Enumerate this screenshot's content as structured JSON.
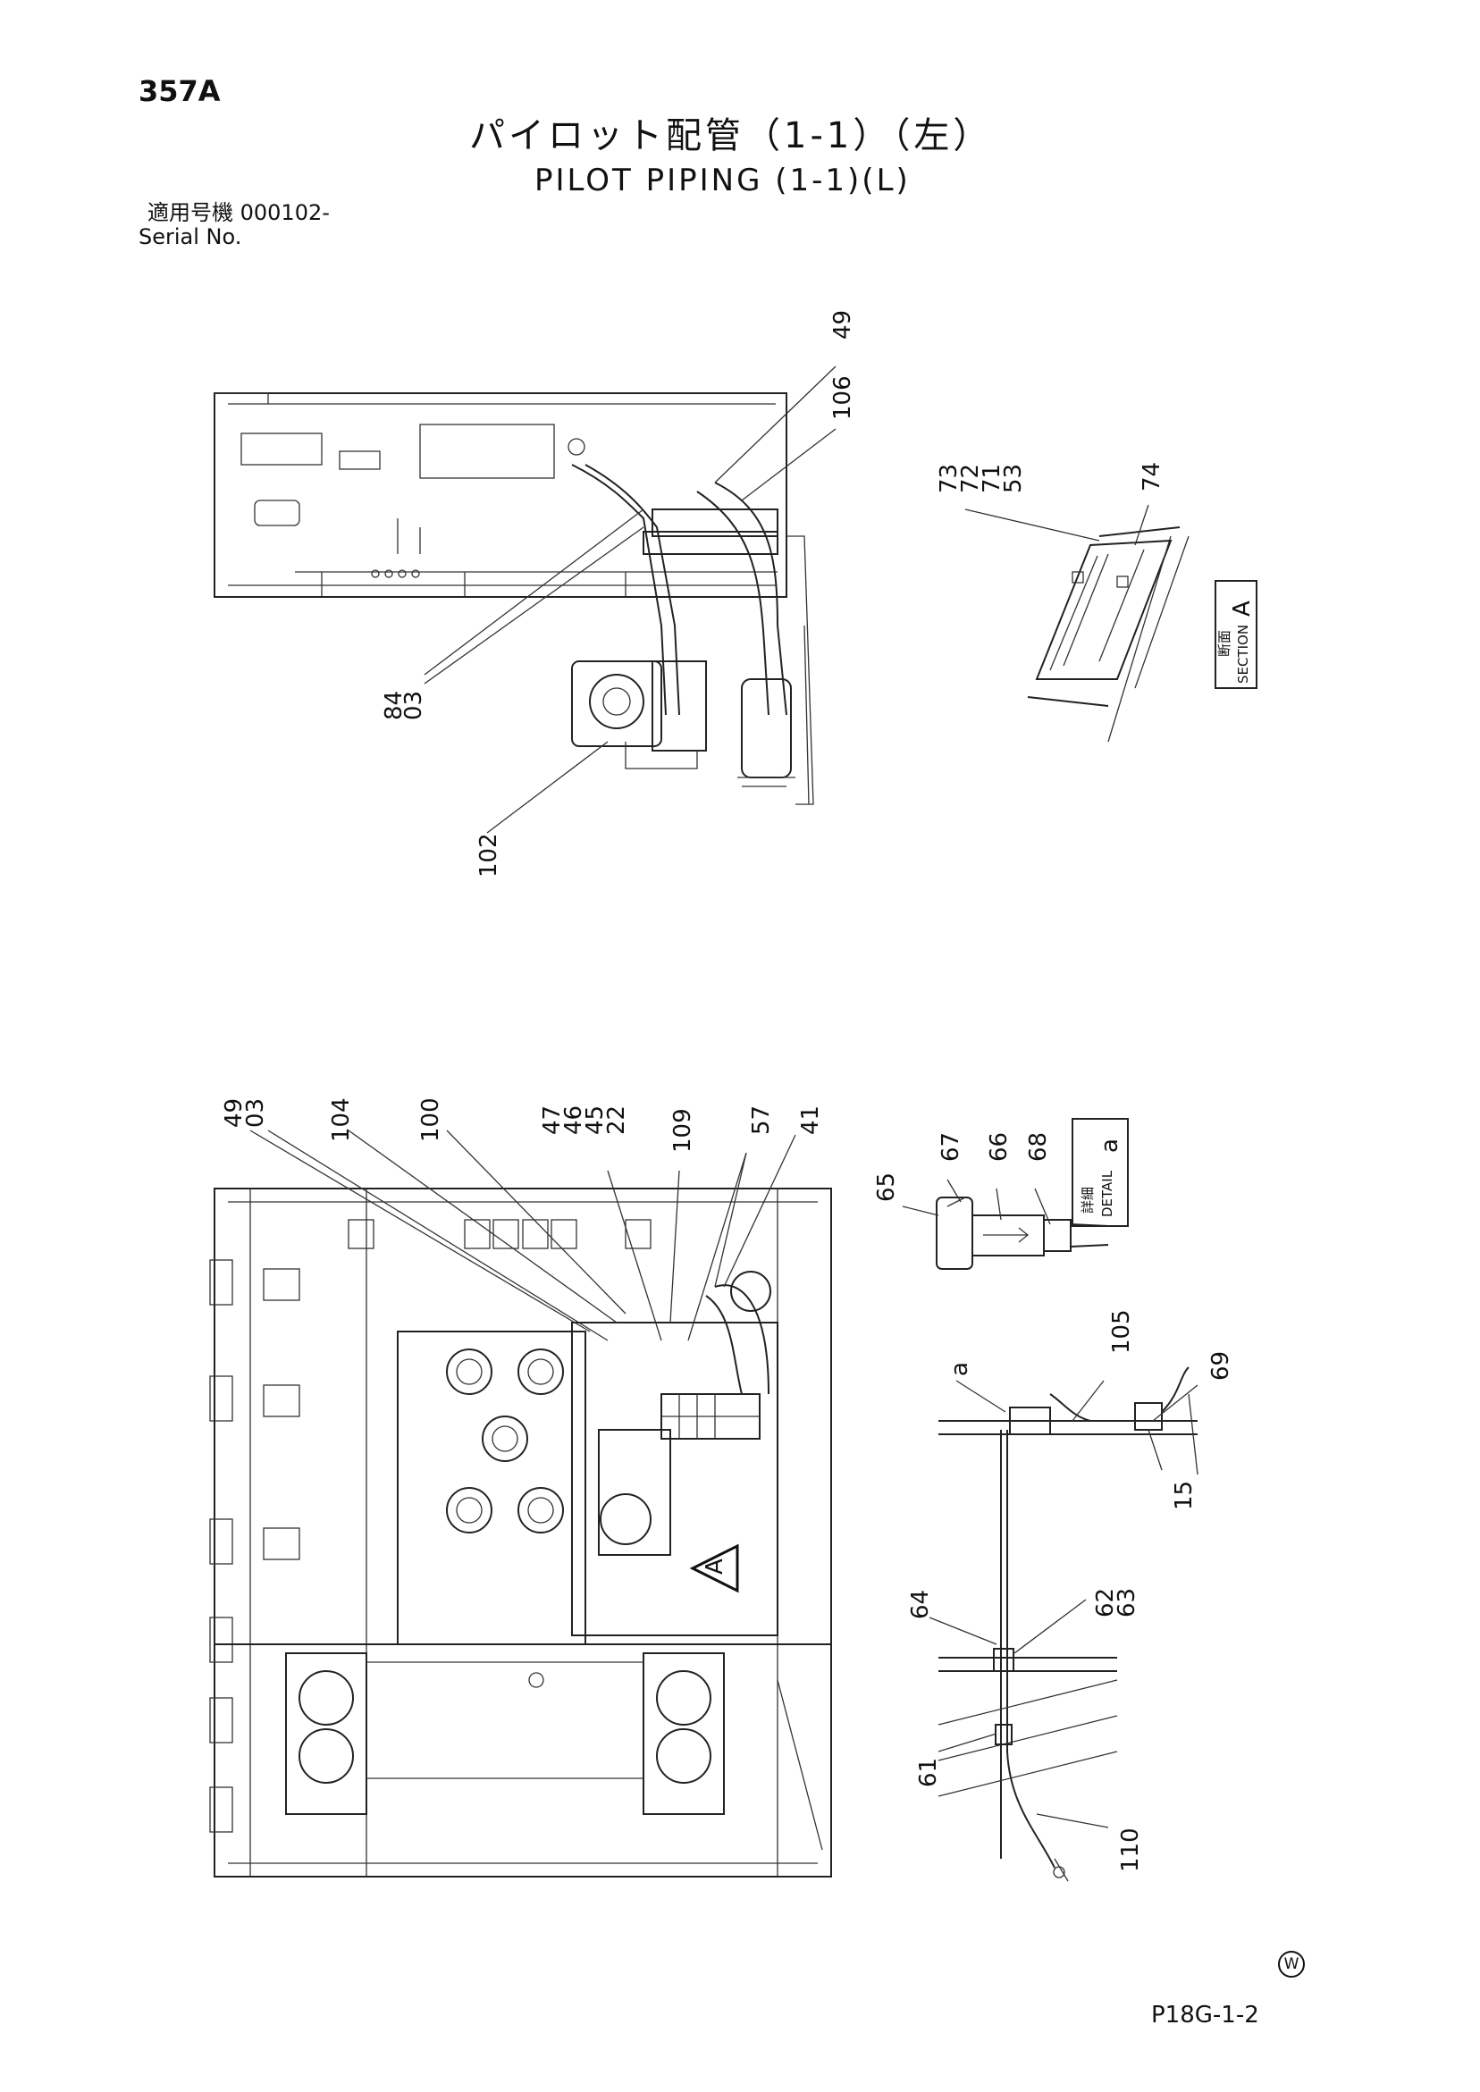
{
  "header": {
    "page_id": "357A",
    "title_jp": "パイロット配管（1-1）（左）",
    "title_en": "PILOT PIPING (1-1)(L)",
    "serial_label_jp": "適用号機 000102-",
    "serial_label_en": "Serial No."
  },
  "footer": {
    "mark": "W",
    "page_code": "P18G-1-2"
  },
  "callouts": {
    "top_view": [
      "49",
      "106",
      "84",
      "03",
      "102"
    ],
    "section": [
      "73",
      "72",
      "71",
      "53",
      "74"
    ],
    "bottom_view": [
      "49",
      "03",
      "104",
      "100",
      "47",
      "46",
      "45",
      "22",
      "109",
      "57",
      "41"
    ],
    "detail": [
      "65",
      "67",
      "66",
      "68"
    ],
    "side_view": [
      "a",
      "105",
      "69",
      "15",
      "64",
      "62",
      "63",
      "61",
      "110"
    ]
  },
  "view_labels": {
    "section_jp": "断面",
    "section_en": "SECTION",
    "section_letter": "A",
    "detail_jp": "詳細",
    "detail_en": "DETAIL",
    "detail_letter": "a",
    "arrow_letter": "A"
  }
}
